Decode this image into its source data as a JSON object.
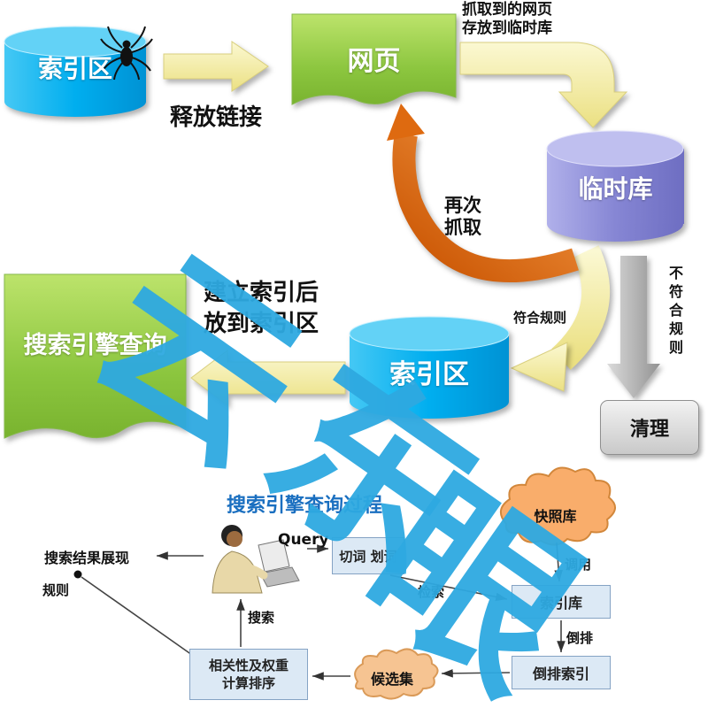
{
  "watermark": {
    "chars": [
      "云",
      "东",
      "眼"
    ],
    "color": "#2EA9E1"
  },
  "top_flow": {
    "index_zone_1": "索引区",
    "webpage": "网页",
    "temp_db": "临时库",
    "index_zone_2": "索引区",
    "search_query_doc": "搜索引擎查询",
    "clean_box": "清理",
    "release_links": "释放链接",
    "fetch_note_line1": "抓取到的网页",
    "fetch_note_line2": "存放到临时库",
    "recrawl_line1": "再次",
    "recrawl_line2": "抓取",
    "match_rule": "符合规则",
    "no_match_rule": "不符合规则",
    "index_note_line1": "建立索引后",
    "index_note_line2": "放到索引区"
  },
  "bottom_flow": {
    "title": "搜索引擎查询过程",
    "query": "Query",
    "segmentation": "切词 划词",
    "snapshot_db": "快照库",
    "index_db": "索引库",
    "inverted_index": "倒排索引",
    "candidate_set": "候选集",
    "rank_line1": "相关性及权重",
    "rank_line2": "计算排序",
    "result_display": "搜索结果展现",
    "rule": "规则",
    "search": "搜索",
    "retrieve": "检索",
    "invoke": "调用",
    "invert": "倒排"
  },
  "colors": {
    "cylinder_blue": "#00AEEF",
    "cylinder_purple": "#8A8AD8",
    "doc_green": "#8CC63F",
    "arrow_yellow": "#F2EDA7",
    "arrow_orange": "#E07010",
    "arrow_gray": "#9E9E9E",
    "box_fill": "#DCE9F5",
    "cloud_orange": "#F9AD6B",
    "title_blue": "#1A6FC0"
  }
}
